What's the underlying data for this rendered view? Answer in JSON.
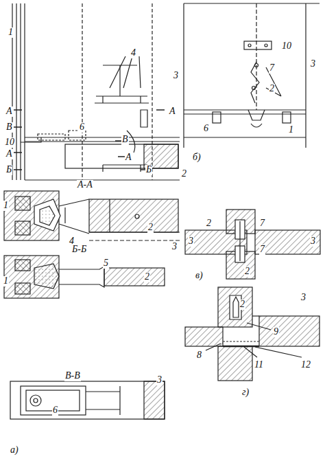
{
  "diagram": {
    "labels": [
      "1",
      "4",
      "3",
      "А",
      "А",
      "В",
      "6",
      "10",
      "В",
      "А",
      "А",
      "Б",
      "Б",
      "2",
      "А-А",
      "1",
      "4",
      "2",
      "3",
      "Б-Б",
      "5",
      "1",
      "2",
      "В-В",
      "3",
      "6",
      "а)",
      "10",
      "3",
      "7",
      "2",
      "6",
      "1",
      "б)",
      "2",
      "7",
      "3",
      "7",
      "2",
      "3",
      "в)",
      "2",
      "3",
      "9",
      "8",
      "11",
      "12",
      "г)"
    ]
  }
}
